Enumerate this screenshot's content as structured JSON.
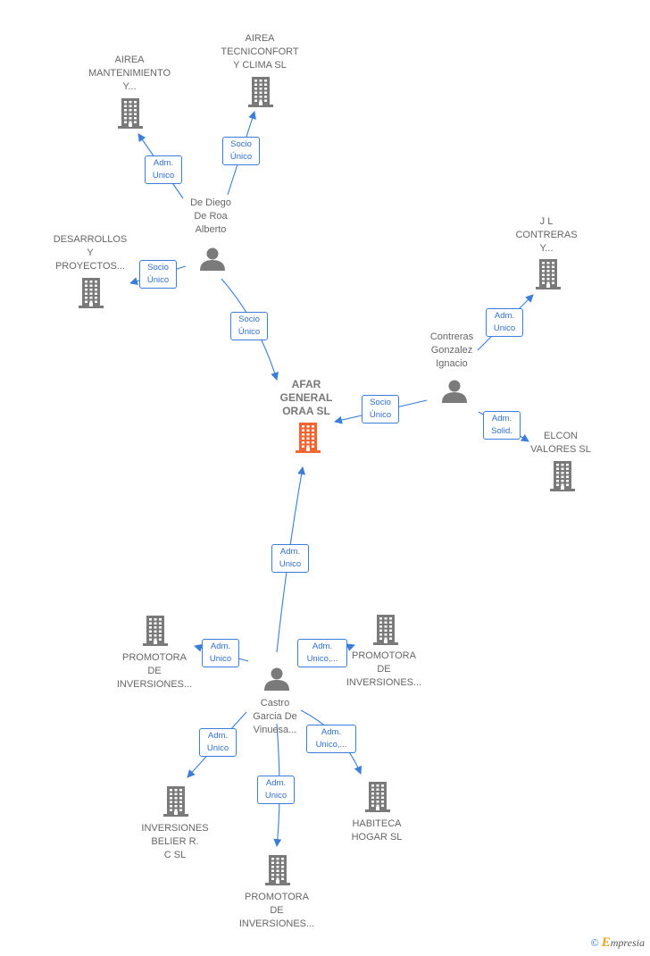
{
  "nodes": [
    {
      "id": "afar",
      "label": "AFAR\nGENERAL\nORAA  SL",
      "type": "company",
      "center": true
    },
    {
      "id": "airea_mant",
      "label": "AIREA\nMANTENIMIENTO\nY...",
      "type": "company"
    },
    {
      "id": "airea_tec",
      "label": "AIREA\nTECNICONFORT\nY CLIMA SL",
      "type": "company"
    },
    {
      "id": "dediego",
      "label": "De Diego\nDe Roa\nAlberto",
      "type": "person"
    },
    {
      "id": "desarrollos",
      "label": "DESARROLLOS\nY\nPROYECTOS...",
      "type": "company"
    },
    {
      "id": "jl",
      "label": "J L\nCONTRERAS\nY...",
      "type": "company"
    },
    {
      "id": "contreras",
      "label": "Contreras\nGonzalez\nIgnacio",
      "type": "person"
    },
    {
      "id": "elcon",
      "label": "ELCON\nVALORES  SL",
      "type": "company"
    },
    {
      "id": "castro",
      "label": "Castro\nGarcia De\nVinuesa...",
      "type": "person"
    },
    {
      "id": "promotora1",
      "label": "PROMOTORA\nDE\nINVERSIONES...",
      "type": "company"
    },
    {
      "id": "promotora2",
      "label": "PROMOTORA\nDE\nINVERSIONES...",
      "type": "company"
    },
    {
      "id": "inversiones",
      "label": "INVERSIONES\nBELIER R.\nC SL",
      "type": "company"
    },
    {
      "id": "habiteca",
      "label": "HABITECA\nHOGAR  SL",
      "type": "company"
    },
    {
      "id": "promotora3",
      "label": "PROMOTORA\nDE\nINVERSIONES...",
      "type": "company"
    }
  ],
  "edges": [
    {
      "from": "dediego",
      "to": "airea_mant",
      "label": "Adm.\nUnico"
    },
    {
      "from": "dediego",
      "to": "airea_tec",
      "label": "Socio\nÚnico"
    },
    {
      "from": "dediego",
      "to": "desarrollos",
      "label": "Socio\nÚnico"
    },
    {
      "from": "dediego",
      "to": "afar",
      "label": "Socio\nÚnico"
    },
    {
      "from": "contreras",
      "to": "jl",
      "label": "Adm.\nUnico"
    },
    {
      "from": "contreras",
      "to": "afar",
      "label": "Socio\nÚnico"
    },
    {
      "from": "contreras",
      "to": "elcon",
      "label": "Adm.\nSolid."
    },
    {
      "from": "castro",
      "to": "afar",
      "label": "Adm.\nUnico"
    },
    {
      "from": "castro",
      "to": "promotora1",
      "label": "Adm.\nUnico"
    },
    {
      "from": "castro",
      "to": "promotora2",
      "label": "Adm.\nUnico,..."
    },
    {
      "from": "castro",
      "to": "inversiones",
      "label": "Adm.\nUnico"
    },
    {
      "from": "castro",
      "to": "promotora3",
      "label": "Adm.\nUnico"
    },
    {
      "from": "castro",
      "to": "habiteca",
      "label": "Adm.\nUnico,..."
    }
  ],
  "colors": {
    "edge": "#3b7dd8",
    "company_icon": "#7a7a7a",
    "center_icon": "#f26531",
    "person_icon": "#7a7a7a"
  },
  "footer": {
    "symbol": "©",
    "brand_first": "E",
    "brand_rest": "mpresia"
  }
}
